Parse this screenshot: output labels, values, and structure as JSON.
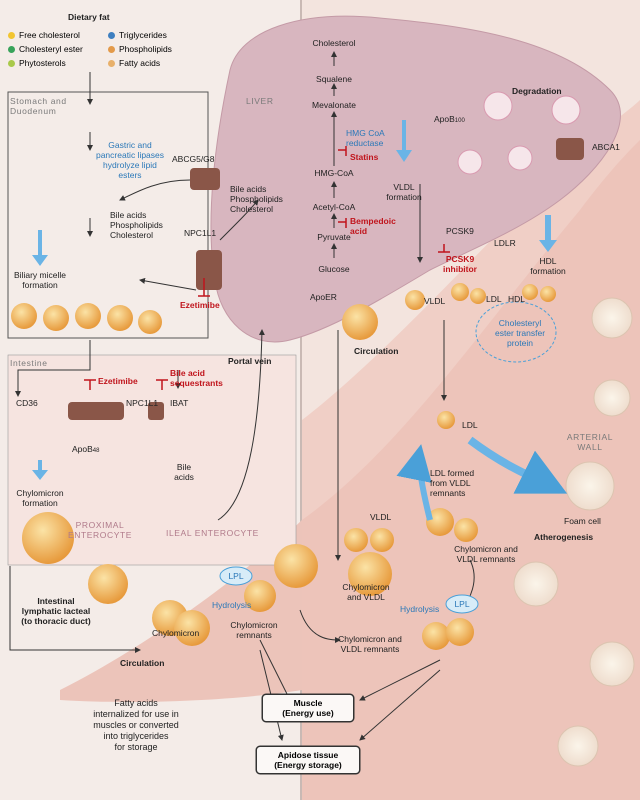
{
  "legend": {
    "title": "Dietary fat",
    "items": [
      {
        "label": "Free cholesterol",
        "color": "#f2c531",
        "icon": "free-cholesterol-icon"
      },
      {
        "label": "Triglycerides",
        "color": "#3e7fc0",
        "icon": "triglycerides-icon"
      },
      {
        "label": "Cholesteryl ester",
        "color": "#38a35a",
        "icon": "cholesteryl-ester-icon"
      },
      {
        "label": "Phospholipids",
        "color": "#e39a4a",
        "icon": "phospholipids-icon"
      },
      {
        "label": "Phytosterols",
        "color": "#a9c94a",
        "icon": "phytosterols-icon"
      },
      {
        "label": "Fatty acids",
        "color": "#e8b06a",
        "icon": "fatty-acids-icon"
      }
    ]
  },
  "left": {
    "stomach": "Stomach and\nDuodenum",
    "lipases": "Gastric and\npancreatic lipases\nhydrolyze lipid\nesters",
    "bile_components": "Bile acids\nPhospholipids\nCholesterol",
    "micelle": "Biliary micelle\nformation",
    "npc1l1": "NPC1L1",
    "abcg": "ABCG5/G8",
    "ezetimibe_top": "Ezetimibe",
    "intestine": "Intestine",
    "ezetimibe_int": "Ezetimibe",
    "bile_seq": "Bile acid\nsequestrants",
    "cd36": "CD36",
    "npc1l1_int": "NPC1L1",
    "ibat": "IBAT",
    "apob48": "ApoB",
    "apob48_sub": "48",
    "chylo_form": "Chylomicron\nformation",
    "proximal": "PROXIMAL\nENTEROCYTE",
    "ileal": "ILEAL ENTEROCYTE",
    "bile_acids": "Bile\nacids",
    "lacteal": "Intestinal\nlymphatic lacteal\n(to thoracic duct)",
    "portal": "Portal vein"
  },
  "liver": {
    "title": "LIVER",
    "bile_out": "Bile acids\nPhospholipids\nCholesterol",
    "pathway": [
      "Cholesterol",
      "Squalene",
      "Mevalonate",
      "HMG-CoA",
      "Acetyl-CoA",
      "Pyruvate",
      "Glucose"
    ],
    "hmg_enzyme": "HMG CoA\nreductase",
    "statins": "Statins",
    "bempedoic": "Bempedoic\nacid",
    "apob100": "ApoB",
    "apob100_sub": "100",
    "vldl_form": "VLDL\nformation",
    "degradation": "Degradation",
    "abca1": "ABCA1",
    "pcsk9": "PCSK9",
    "ldlr": "LDLR",
    "pcsk9_inh": "PCSK9\ninhibitor",
    "hdl_form": "HDL\nformation"
  },
  "circulation": {
    "apoer": "ApoER",
    "circulation": "Circulation",
    "vldl": "VLDL",
    "ldl": "LDL",
    "hdl": "HDL",
    "cetp": "Cholesteryl\nester transfer\nprotein",
    "ldl2": "LDL",
    "arterial_wall": "ARTERIAL\nWALL",
    "ldl_formed": "LDL formed\nfrom VLDL\nremnants",
    "foam": "Foam cell",
    "atherogenesis": "Atherogenesis",
    "vldl2": "VLDL",
    "chylo_vldl": "Chylomicron\nand VLDL",
    "chylo_vldl_rem": "Chylomicron and\nVLDL remnants",
    "lpl": "LPL",
    "hydrolysis": "Hydrolysis",
    "lpl2": "LPL",
    "hydrolysis2": "Hydrolysis",
    "chylomicron": "Chylomicron",
    "chylo_rem": "Chylomicron\nremnants",
    "chylo_vldl_rem2": "Chylomicron and\nVLDL remnants",
    "circulation2": "Circulation"
  },
  "bottom": {
    "fatty_text": "Fatty acids\ninternalized for use in\nmuscles or converted\ninto triglycerides\nfor storage",
    "muscle": "Muscle\n(Energy use)",
    "adipose": "Apidose tissue\n(Energy storage)"
  }
}
